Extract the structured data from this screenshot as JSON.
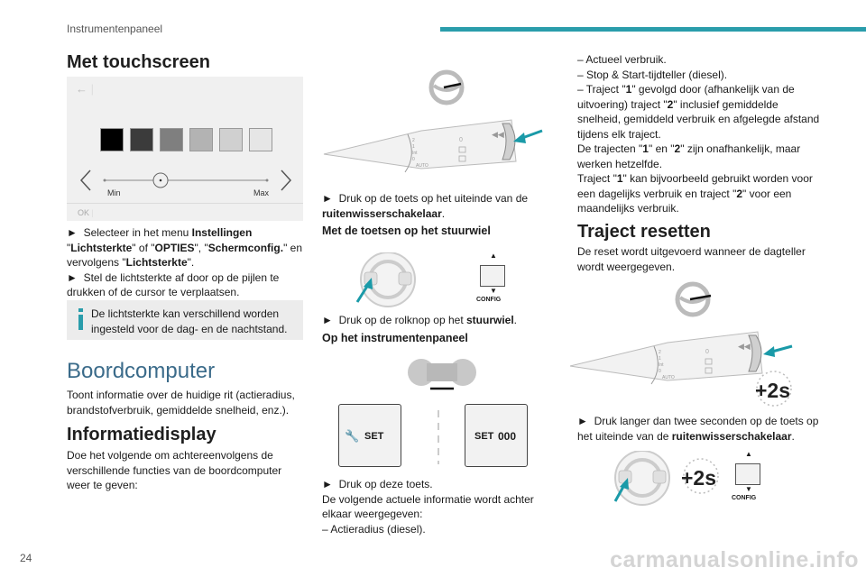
{
  "header": {
    "title": "Instrumentenpaneel",
    "accent_color": "#2a9dab"
  },
  "page_number": "24",
  "watermark": "carmanualsonline.info",
  "col1": {
    "heading_touchscreen": "Met touchscreen",
    "touchscreen": {
      "min_label": "Min",
      "max_label": "Max",
      "ok_label": "OK",
      "back_icon": "back-arrow-icon"
    },
    "p1_arrow": "►",
    "p1_a": "Selecteer in het menu ",
    "p1_b": "Instellingen",
    "p1_c": "\"",
    "p1_d": "Lichtsterkte",
    "p1_e": "\" of \"",
    "p1_f": "OPTIES",
    "p1_g": "\", \"",
    "p1_h": "Schermconfig.",
    "p1_i": "\" en vervolgens \"",
    "p1_j": "Lichtsterkte",
    "p1_k": "\".",
    "p2_arrow": "►",
    "p2": "Stel de lichtsterkte af door op de pijlen te drukken of de cursor te verplaatsen.",
    "info_text": "De lichtsterkte kan verschillend worden ingesteld voor de dag- en de nachtstand.",
    "heading_boordcomputer": "Boordcomputer",
    "boordcomputer_text": "Toont informatie over de huidige rit (actieradius, brandstofverbruik, gemiddelde snelheid, enz.).",
    "heading_informatiedisplay": "Informatiedisplay",
    "informatiedisplay_text": "Doe het volgende om achtereenvolgens de verschillende functies van de boordcomputer weer te geven:"
  },
  "col2": {
    "step1_arrow": "►",
    "step1_a": "Druk op de toets op het uiteinde van de ",
    "step1_b": "ruitenwisserschakelaar",
    "step1_c": ".",
    "heading_stuurwiel": "Met de toetsen op het stuurwiel",
    "config_label": "CONFIG",
    "step2_arrow": "►",
    "step2_a": "Druk op de rolknop op het ",
    "step2_b": "stuurwiel",
    "step2_c": ".",
    "heading_instrumentenpaneel": "Op het instrumentenpaneel",
    "set_label": "SET",
    "set_value_label": "SET",
    "set_value": "000",
    "step3_arrow": "►",
    "step3": "Druk op deze toets.",
    "step3_follow": "De volgende actuele informatie wordt achter elkaar weergegeven:",
    "list_item1": "–  Actieradius (diesel)."
  },
  "col3": {
    "list": [
      "–  Actueel verbruik.",
      "–  Stop & Start-tijdteller (diesel)."
    ],
    "trip_a": "–  Traject \"",
    "trip_b": "1",
    "trip_c": "\" gevolgd door (afhankelijk van de uitvoering) traject \"",
    "trip_d": "2",
    "trip_e": "\" inclusief gemiddelde snelheid, gemiddeld verbruik en afgelegde afstand tijdens elk traject.",
    "trips_a": "De trajecten \"",
    "trips_b": "1",
    "trips_c": "\" en \"",
    "trips_d": "2",
    "trips_e": "\" zijn onafhankelijk, maar werken hetzelfde.",
    "example_a": "Traject \"",
    "example_b": "1",
    "example_c": "\" kan bijvoorbeeld gebruikt worden voor een dagelijks verbruik en traject \"",
    "example_d": "2",
    "example_e": "\" voor een maandelijks verbruik.",
    "heading_reset": "Traject resetten",
    "reset_text": "De reset wordt uitgevoerd wanneer de dagteller wordt weergegeven.",
    "plus2s": "+2s",
    "step_arrow": "►",
    "step_a": "Druk langer dan twee seconden op de toets op het uiteinde van de ",
    "step_b": "ruitenwisserschakelaar",
    "step_c": ".",
    "plus2s_b": "+2s",
    "config_label": "CONFIG"
  }
}
